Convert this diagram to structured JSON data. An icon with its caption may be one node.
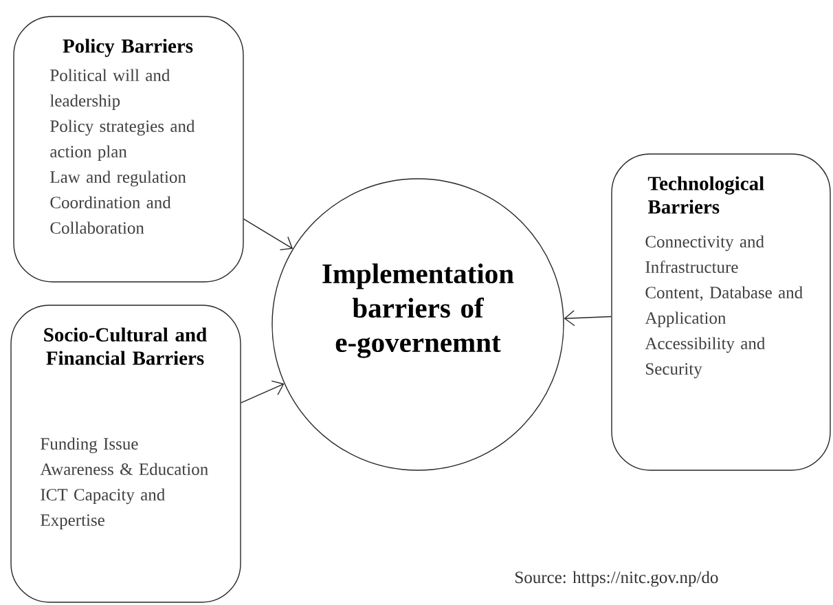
{
  "diagram": {
    "nodes": [
      {
        "text": [
          "Policy Barriers",
          "Political will and leadership",
          "Policy strategies and action plan",
          "Law and regulation",
          "Coordination and Collaboration"
        ]
      },
      {
        "text": [
          "Socio-Cultural and Financial Barriers",
          "Funding Issue",
          "Awareness & Education",
          "ICT Capacity and Expertise"
        ]
      },
      {
        "text": [
          "Implementation barriers of e-governemnt"
        ]
      },
      {
        "text": [
          "Technological Barriers",
          "Connectivity and Infrastructure",
          "Content, Database and Application",
          "Accessibility and Security"
        ]
      }
    ],
    "edges": [
      {
        "from": 0,
        "to": 2,
        "arrow": "to"
      },
      {
        "from": 1,
        "to": 2,
        "arrow": "to"
      },
      {
        "from": 3,
        "to": 2,
        "arrow": "to"
      }
    ],
    "labels": [
      "Source: https://nitc.gov.np/do"
    ]
  }
}
